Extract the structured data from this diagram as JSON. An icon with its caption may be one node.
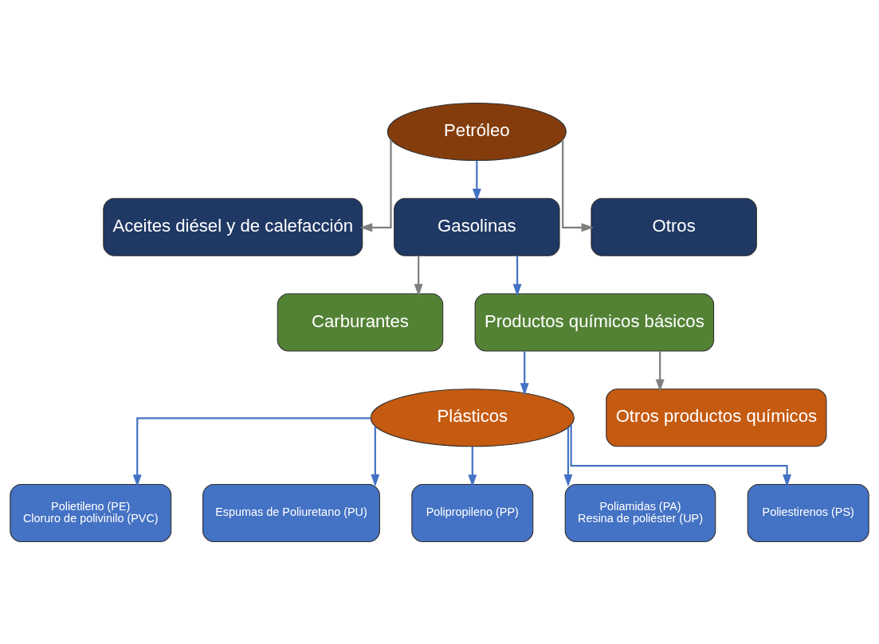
{
  "diagram": {
    "nodes": [
      {
        "text": [
          "Petróleo"
        ]
      },
      {
        "text": [
          "Aceites diésel y de calefacción"
        ]
      },
      {
        "text": [
          "Gasolinas"
        ]
      },
      {
        "text": [
          "Otros"
        ]
      },
      {
        "text": [
          "Carburantes"
        ]
      },
      {
        "text": [
          "Productos químicos básicos"
        ]
      },
      {
        "text": [
          "Plásticos"
        ]
      },
      {
        "text": [
          "Otros productos químicos"
        ]
      },
      {
        "text": [
          "Polietileno (PE)",
          "Cloruro de polivinilo (PVC)"
        ]
      },
      {
        "text": [
          "Espumas de Poliuretano (PU)"
        ]
      },
      {
        "text": [
          "Polipropileno (PP)"
        ]
      },
      {
        "text": [
          "Poliamidas (PA)",
          "Resina de poliéster (UP)"
        ]
      },
      {
        "text": [
          "Poliestirenos (PS)"
        ]
      }
    ],
    "edges": [
      {
        "from": 0,
        "to": 1,
        "arrow": "to",
        "color": "#7f7f7f"
      },
      {
        "from": 0,
        "to": 2,
        "arrow": "to"
      },
      {
        "from": 0,
        "to": 3,
        "arrow": "to",
        "color": "#7f7f7f"
      },
      {
        "from": 2,
        "to": 4,
        "arrow": "to",
        "color": "#7f7f7f"
      },
      {
        "from": 2,
        "to": 5,
        "arrow": "to"
      },
      {
        "from": 5,
        "to": 6,
        "arrow": "to"
      },
      {
        "from": 5,
        "to": 7,
        "arrow": "to",
        "color": "#7f7f7f"
      },
      {
        "from": 6,
        "to": 8,
        "arrow": "to"
      },
      {
        "from": 6,
        "to": 9,
        "arrow": "to"
      },
      {
        "from": 6,
        "to": 10,
        "arrow": "to"
      },
      {
        "from": 6,
        "to": 11,
        "arrow": "to"
      },
      {
        "from": 6,
        "to": 12,
        "arrow": "to"
      }
    ]
  }
}
